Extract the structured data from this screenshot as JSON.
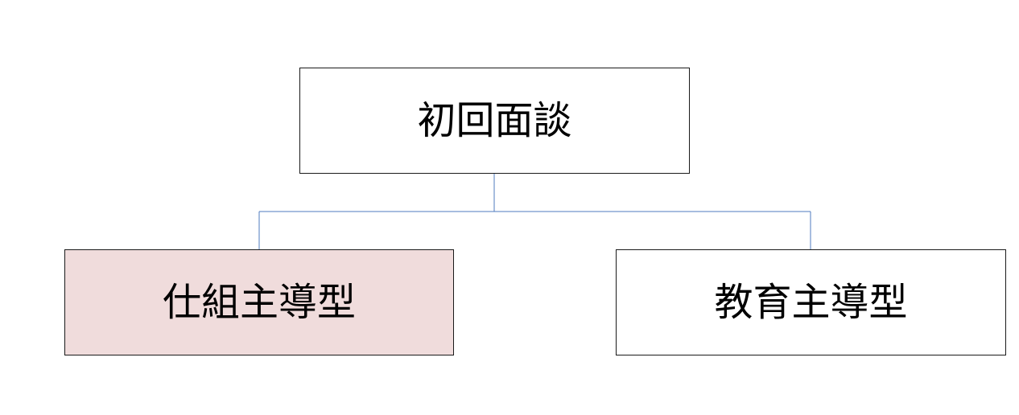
{
  "diagram": {
    "root": {
      "label": "初回面談"
    },
    "children": [
      {
        "label": "仕組主導型",
        "highlighted": true
      },
      {
        "label": "教育主導型",
        "highlighted": false
      }
    ]
  },
  "colors": {
    "connector": "#4f7bbf",
    "highlight_fill": "#f0dcdc",
    "default_fill": "#ffffff",
    "border": "#1a1a1a",
    "text": "#000000"
  }
}
